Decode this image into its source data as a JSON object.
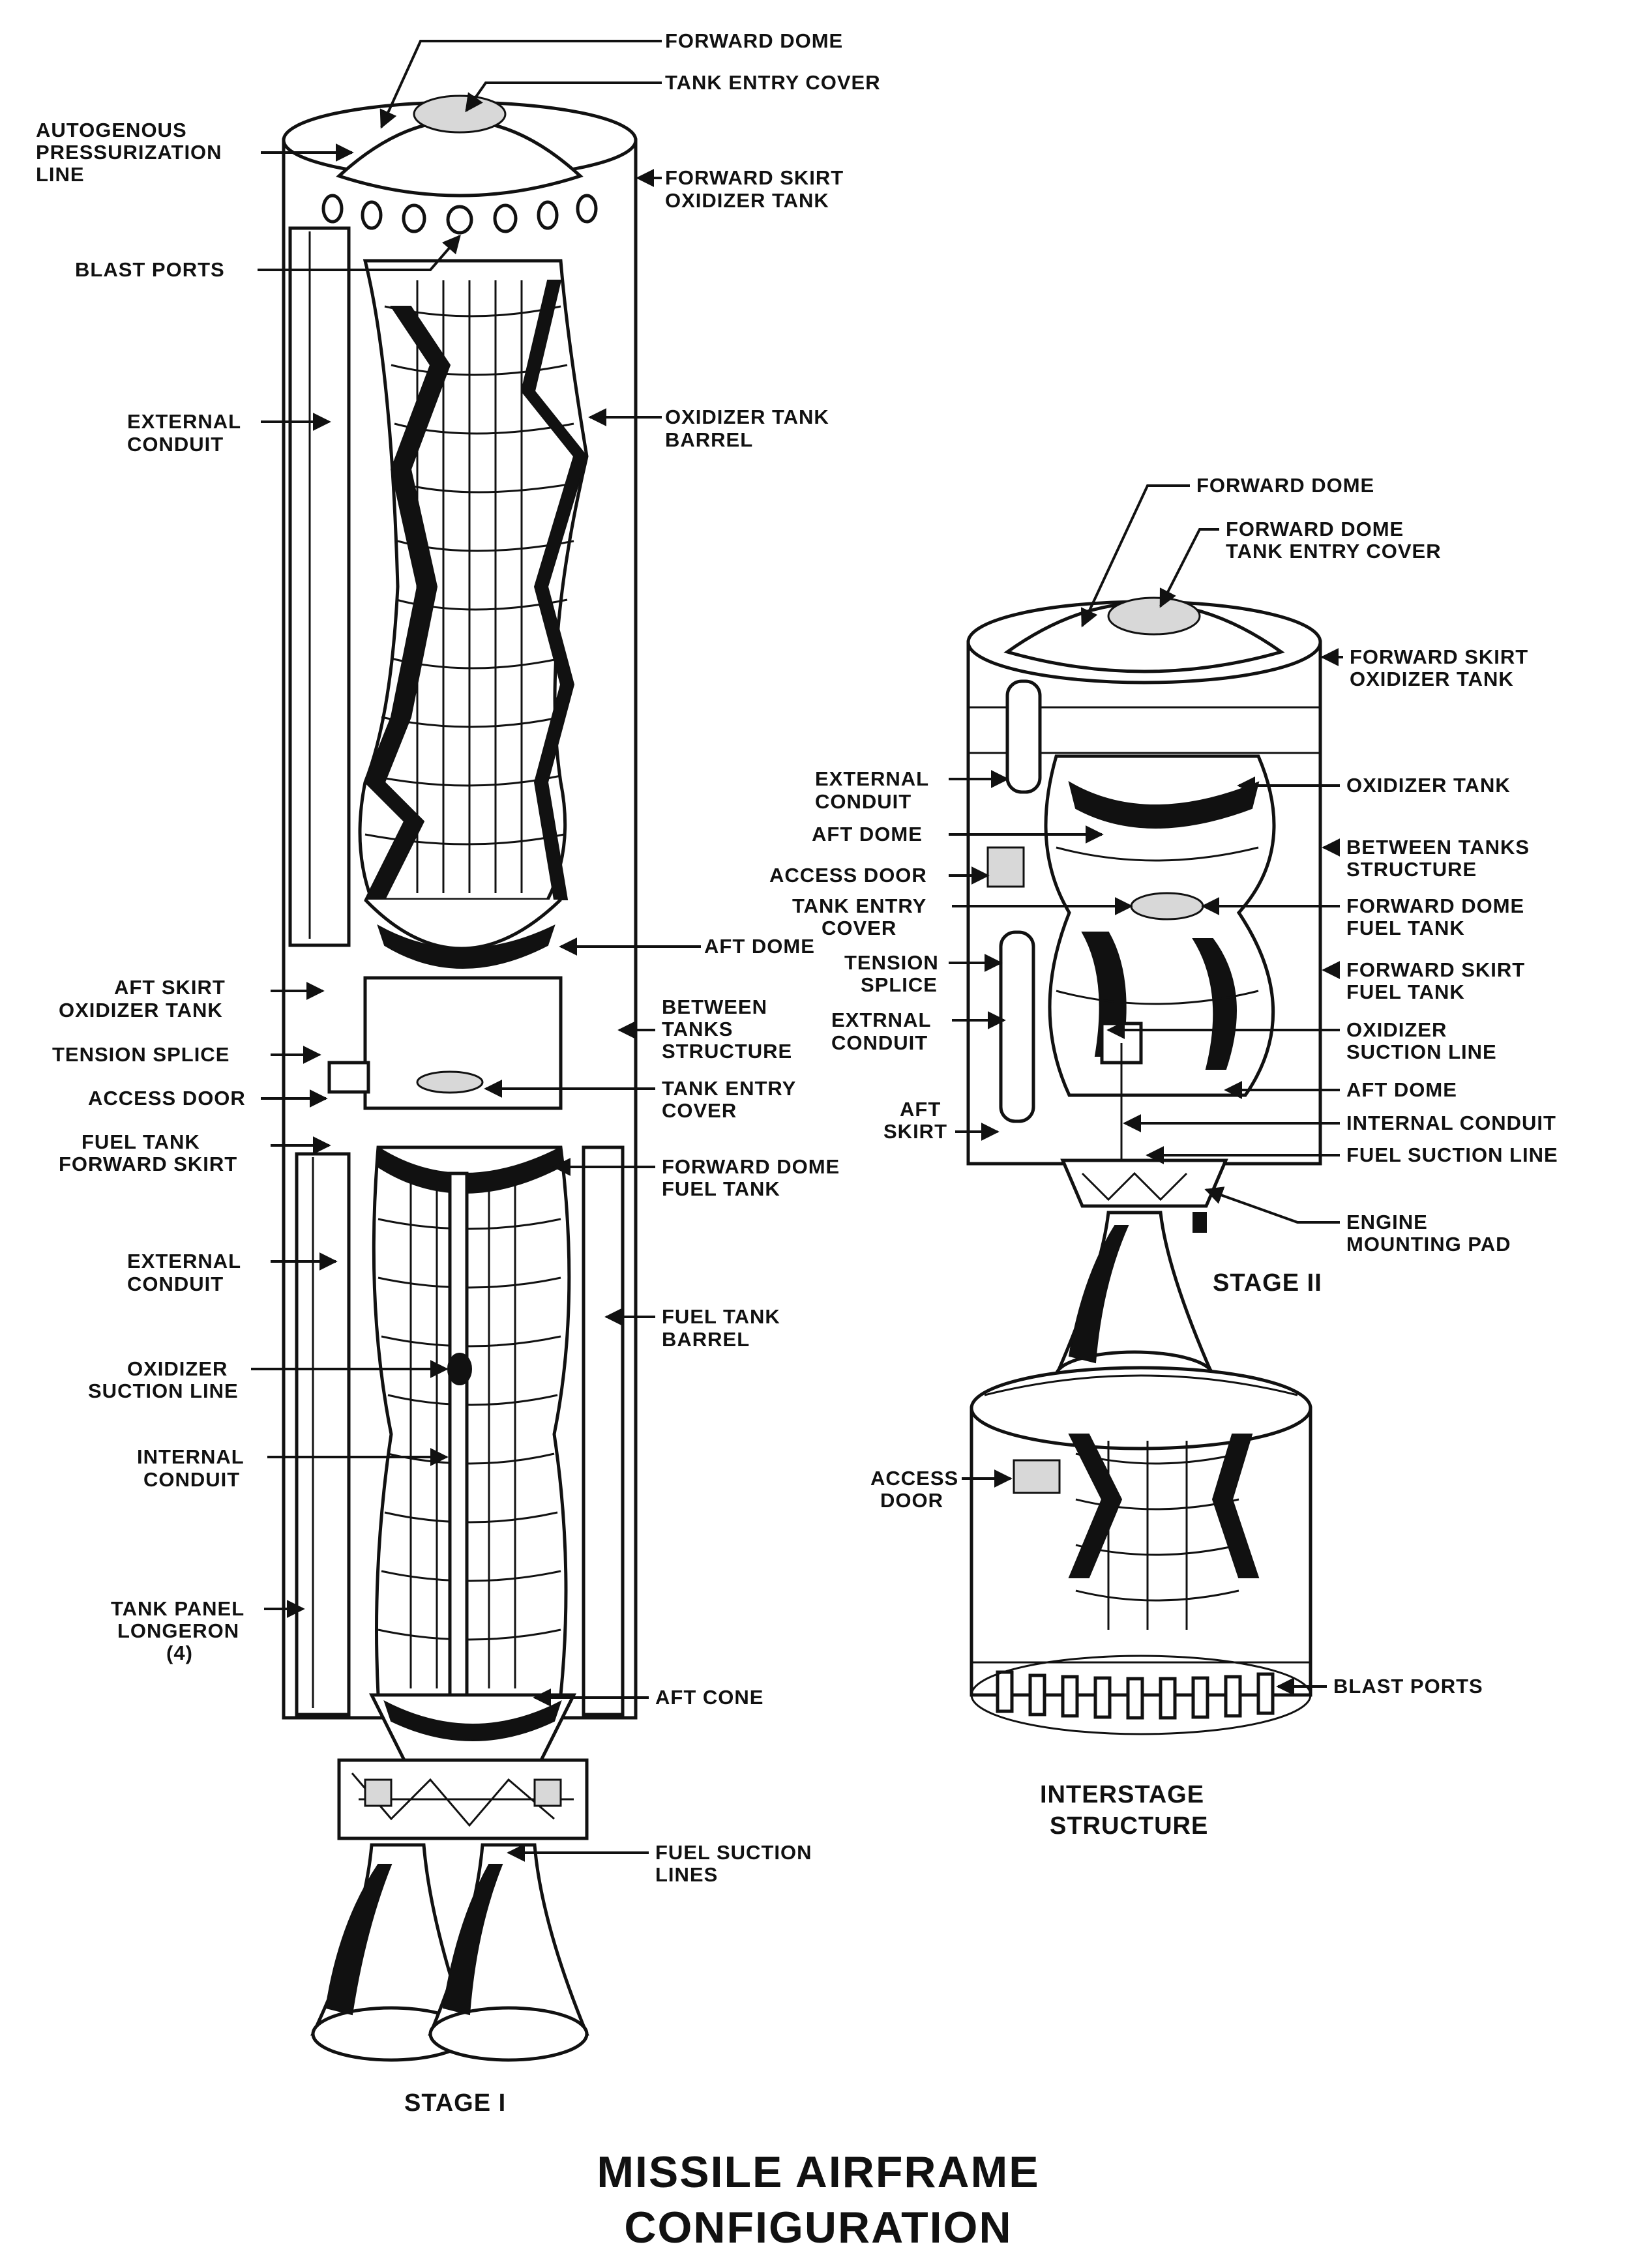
{
  "title": {
    "line1": "MISSILE AIRFRAME",
    "line2": "CONFIGURATION"
  },
  "captions": {
    "stage1": "STAGE I",
    "stage2": "STAGE II",
    "interstage1": "INTERSTAGE",
    "interstage2": "STRUCTURE"
  },
  "stage1_labels": {
    "forward_dome": "FORWARD DOME",
    "tank_entry_cover": "TANK ENTRY COVER",
    "autogenous": [
      "AUTOGENOUS",
      "PRESSURIZATION",
      "LINE"
    ],
    "forward_skirt": [
      "FORWARD SKIRT",
      "OXIDIZER TANK"
    ],
    "blast_ports": "BLAST PORTS",
    "external_conduit": [
      "EXTERNAL",
      "CONDUIT"
    ],
    "oxidizer_tank_barrel": [
      "OXIDIZER TANK",
      "BARREL"
    ],
    "aft_dome": "AFT DOME",
    "aft_skirt": [
      "AFT SKIRT",
      "OXIDIZER TANK"
    ],
    "between_tanks": [
      "BETWEEN",
      "TANKS",
      "STRUCTURE"
    ],
    "tension_splice": "TENSION SPLICE",
    "access_door": "ACCESS DOOR",
    "tank_entry_cover_2": [
      "TANK ENTRY",
      "COVER"
    ],
    "fuel_tank_forward_skirt": [
      "FUEL TANK",
      "FORWARD SKIRT"
    ],
    "forward_dome_fuel_tank": [
      "FORWARD DOME",
      "FUEL TANK"
    ],
    "external_conduit_2": [
      "EXTERNAL",
      "CONDUIT"
    ],
    "fuel_tank_barrel": [
      "FUEL TANK",
      "BARREL"
    ],
    "oxidizer_suction_line": [
      "OXIDIZER",
      "SUCTION LINE"
    ],
    "internal_conduit": [
      "INTERNAL",
      "CONDUIT"
    ],
    "tank_panel_longeron": [
      "TANK PANEL",
      "LONGERON",
      "(4)"
    ],
    "aft_cone": "AFT CONE",
    "fuel_suction_lines": [
      "FUEL SUCTION",
      "LINES"
    ]
  },
  "stage2_labels": {
    "forward_dome": "FORWARD DOME",
    "forward_dome_tank_entry_cover": [
      "FORWARD DOME",
      "TANK ENTRY COVER"
    ],
    "forward_skirt_oxidizer_tank": [
      "FORWARD SKIRT",
      "OXIDIZER  TANK"
    ],
    "external_conduit": [
      "EXTERNAL",
      "CONDUIT"
    ],
    "oxidizer_tank": "OXIDIZER TANK",
    "aft_dome": "AFT DOME",
    "between_tanks_structure": [
      "BETWEEN TANKS",
      "STRUCTURE"
    ],
    "access_door": "ACCESS DOOR",
    "tank_entry_cover": [
      "TANK ENTRY",
      "COVER"
    ],
    "forward_dome_fuel_tank": [
      "FORWARD DOME",
      "FUEL TANK"
    ],
    "tension_splice": [
      "TENSION",
      "SPLICE"
    ],
    "forward_skirt_fuel_tank": [
      "FORWARD SKIRT",
      "FUEL TANK"
    ],
    "extrnal_conduit": [
      "EXTRNAL",
      "CONDUIT"
    ],
    "oxidizer_suction_line": [
      "OXIDIZER",
      "SUCTION LINE"
    ],
    "aft_dome_2": "AFT DOME",
    "aft_skirt": [
      "AFT",
      "SKIRT"
    ],
    "internal_conduit": "INTERNAL CONDUIT",
    "fuel_suction_line": "FUEL SUCTION LINE",
    "engine_mounting_pad": [
      "ENGINE",
      "MOUNTING PAD"
    ]
  },
  "interstage_labels": {
    "access_door": [
      "ACCESS",
      "DOOR"
    ],
    "blast_ports": "BLAST PORTS"
  }
}
